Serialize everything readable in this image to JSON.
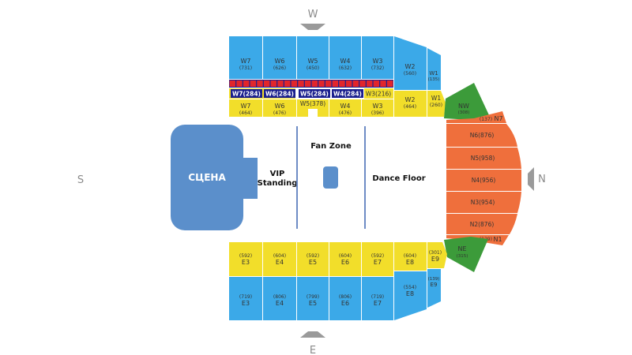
{
  "compass": {
    "north": "N",
    "south": "S",
    "west": "W",
    "east": "E"
  },
  "stage": {
    "label": "СЦЕНА"
  },
  "floor": {
    "vip": [
      "VIP",
      "Standing"
    ],
    "fan_zone": "Fan Zone",
    "dance_floor": "Dance Floor"
  },
  "colors": {
    "blue": "#3ba9e8",
    "yellow": "#f2de2a",
    "green": "#3c9b3a",
    "orange": "#ef6f3c",
    "navy": "#1a1f8e",
    "red": "#e2262b",
    "stage": "#5b8fcb",
    "line": "#6e8cc5"
  },
  "sections": {
    "west_upper": [
      {
        "name": "W7",
        "cap": "(731)"
      },
      {
        "name": "W6",
        "cap": "(626)"
      },
      {
        "name": "W5",
        "cap": "(450)"
      },
      {
        "name": "W4",
        "cap": "(632)"
      },
      {
        "name": "W3",
        "cap": "(732)"
      },
      {
        "name": "W2",
        "cap": "(560)"
      },
      {
        "name": "W1",
        "cap": "(135)"
      }
    ],
    "west_boxes": [
      {
        "label": "W7(284)"
      },
      {
        "label": "W6(284)"
      },
      {
        "label": "W5(284)"
      },
      {
        "label": "W4(284)"
      }
    ],
    "west_lower": [
      {
        "name": "W7",
        "cap": "(464)"
      },
      {
        "name": "W6",
        "cap": "(476)"
      },
      {
        "label": "W5(378)"
      },
      {
        "name": "W4",
        "cap": "(476)"
      },
      {
        "name": "W3",
        "cap": "(396)"
      },
      {
        "name": "W2",
        "cap": "(464)"
      },
      {
        "name": "W1",
        "cap": "(260)"
      }
    ],
    "w3_box": "W3(216)",
    "nw": {
      "name": "NW",
      "cap": "(308)"
    },
    "ne": {
      "name": "NE",
      "cap": "(315)"
    },
    "north": [
      {
        "label": "(137)",
        "name": "N7"
      },
      {
        "label": "N6(876)"
      },
      {
        "label": "N5(958)"
      },
      {
        "label": "N4(956)"
      },
      {
        "label": "N3(954)"
      },
      {
        "label": "N2(876)"
      },
      {
        "label": "(129)",
        "name": "N1"
      }
    ],
    "east_lower": [
      {
        "name": "E3",
        "cap": "(592)"
      },
      {
        "name": "E4",
        "cap": "(604)"
      },
      {
        "name": "E5",
        "cap": "(592)"
      },
      {
        "name": "E6",
        "cap": "(604)"
      },
      {
        "name": "E7",
        "cap": "(592)"
      },
      {
        "name": "E8",
        "cap": "(604)"
      },
      {
        "name": "E9",
        "cap": "(301)"
      }
    ],
    "east_upper": [
      {
        "name": "E3",
        "cap": "(719)"
      },
      {
        "name": "E4",
        "cap": "(806)"
      },
      {
        "name": "E5",
        "cap": "(799)"
      },
      {
        "name": "E6",
        "cap": "(806)"
      },
      {
        "name": "E7",
        "cap": "(719)"
      },
      {
        "name": "E8",
        "cap": "(554)"
      },
      {
        "name": "E9",
        "cap": "(139)"
      }
    ]
  }
}
